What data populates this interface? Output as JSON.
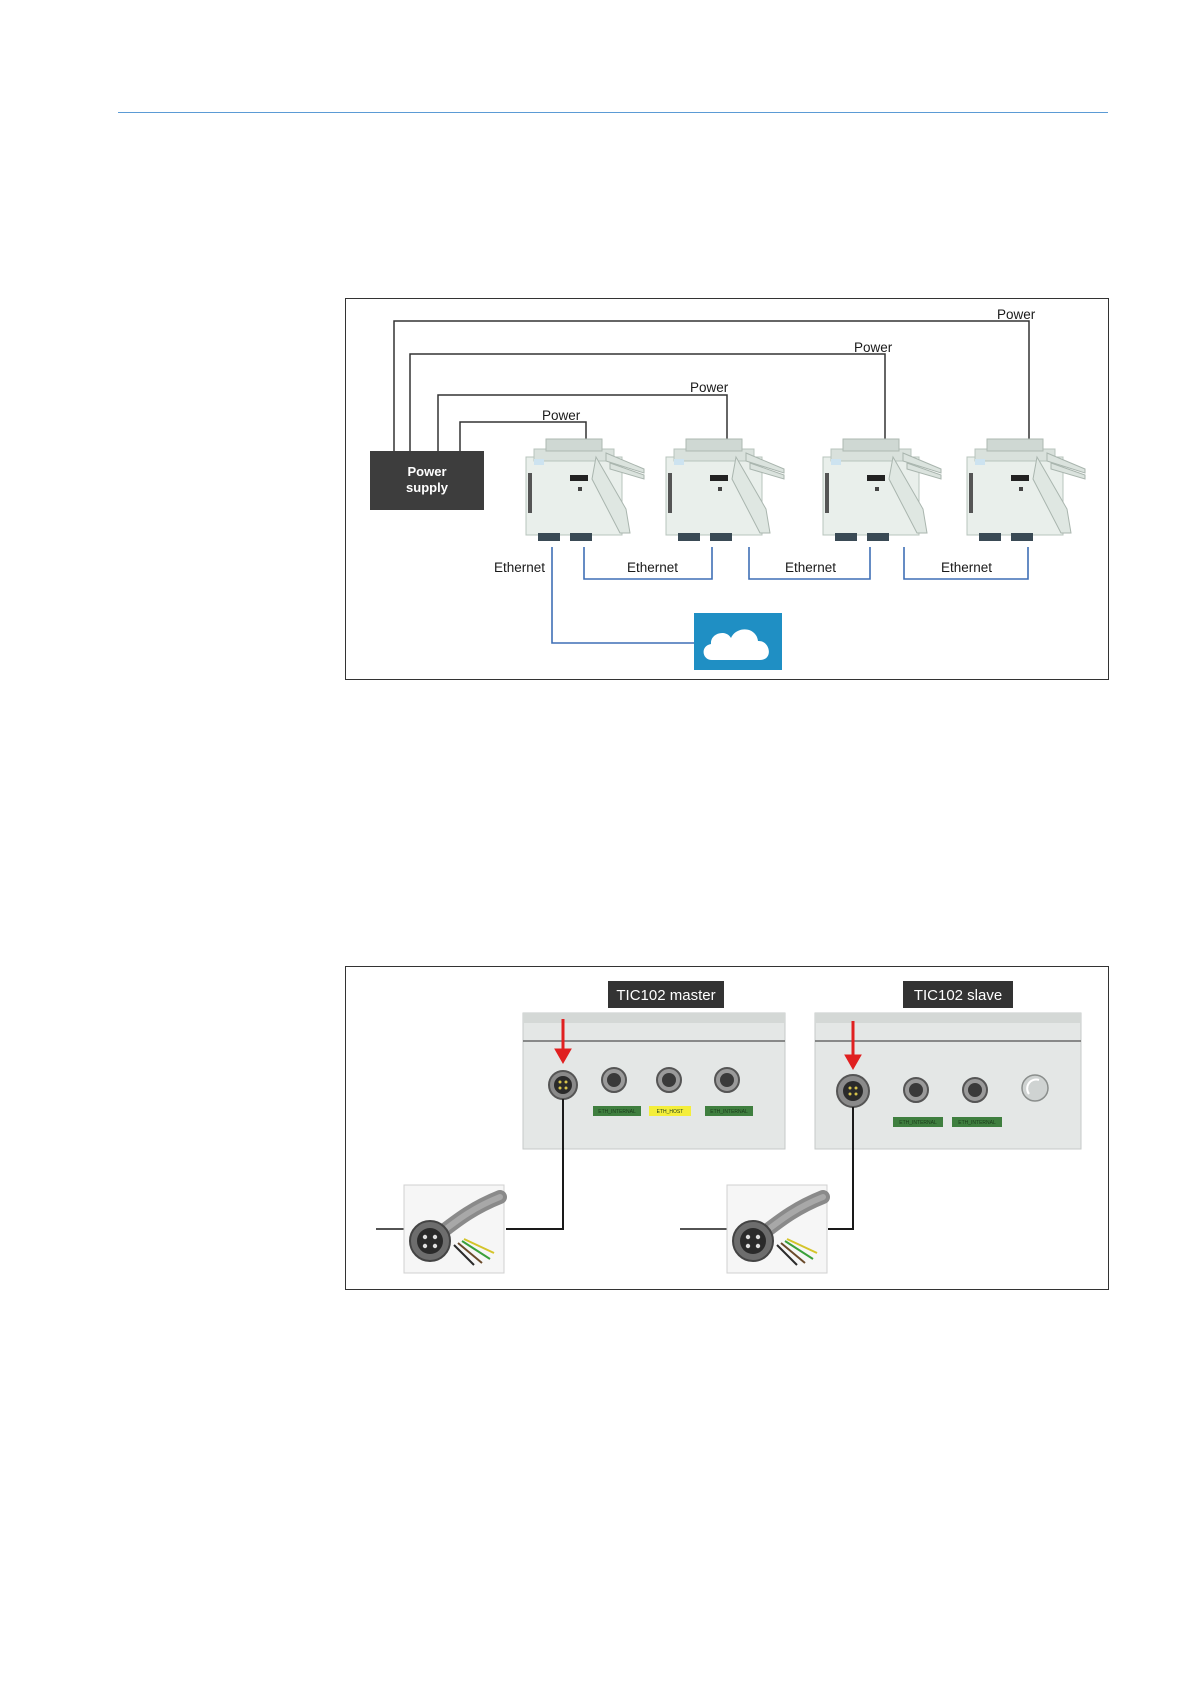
{
  "colors": {
    "header_rule": "#5b9bd5",
    "power_line": "#333333",
    "ethernet_line": "#3f6fb5",
    "power_supply_box": "#3d3d3d",
    "cloud_box": "#1f8fc4",
    "tag_box": "#333333",
    "arrow": "#e02020",
    "port_label_green": "#3f7f3f",
    "port_label_yellow": "#f4ee3a"
  },
  "figure1": {
    "power_supply_label_line1": "Power",
    "power_supply_label_line2": "supply",
    "power_labels": [
      "Power",
      "Power",
      "Power",
      "Power"
    ],
    "ethernet_labels": [
      "Ethernet",
      "Ethernet",
      "Ethernet",
      "Ethernet"
    ],
    "cloud_icon": "cloud-icon",
    "device_count": 4
  },
  "figure2": {
    "master_tag": "TIC102 master",
    "slave_tag": "TIC102 slave",
    "master_ports": [
      "ETH_INTERNAL",
      "ETH_HOST",
      "ETH_INTERNAL"
    ],
    "slave_ports": [
      "ETH_INTERNAL",
      "ETH_INTERNAL"
    ],
    "arrow_icon": "arrow-down-icon",
    "cable_icon": "power-cable-icon"
  }
}
